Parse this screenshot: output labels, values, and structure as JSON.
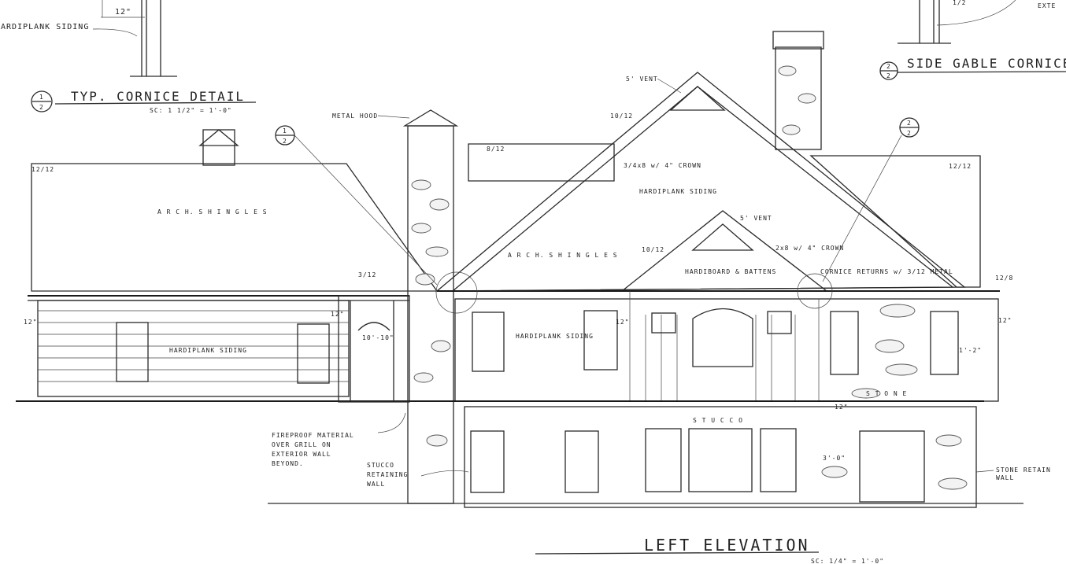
{
  "details": {
    "left": {
      "callout_num": "1",
      "callout_sheet": "2",
      "title": "TYP. CORNICE DETAIL",
      "scale": "SC: 1 1/2\" = 1'-0\"",
      "siding_note": "HARDIPLANK SIDING",
      "dim": "12\""
    },
    "right": {
      "callout_num": "2",
      "callout_sheet": "2",
      "title": "SIDE GABLE CORNICE",
      "note": "EXTE",
      "dim": "1/2"
    }
  },
  "elevation": {
    "title": "LEFT ELEVATION",
    "scale": "SC: 1/4\" = 1'-0\"",
    "callouts": [
      {
        "num": "1",
        "sheet": "2"
      },
      {
        "num": "2",
        "sheet": "2"
      }
    ],
    "notes": {
      "metal_hood": "METAL HOOD",
      "vent_top": "5' VENT",
      "crown_main": "3/4x8 w/ 4\" CROWN",
      "siding_gable": "HARDIPLANK SIDING",
      "vent_small": "5' VENT",
      "shingles_left": "A R C H.   S H I N G L E S",
      "shingles_center": "A R C H.   S H I N G L E S",
      "board_battens": "HARDIBOARD & BATTENS",
      "crown_right": "2x8 w/ 4\" CROWN",
      "cornice_returns": "CORNICE RETURNS w/ 3/12 METAL",
      "siding_left": "HARDIPLANK SIDING",
      "siding_center": "HARDIPLANK SIDING",
      "stone": "S T O N E",
      "stucco": "S T U C C O",
      "fireproof": [
        "FIREPROOF MATERIAL",
        "OVER GRILL ON",
        "EXTERIOR WALL",
        "BEYOND."
      ],
      "stucco_wall": [
        "STUCCO",
        "RETAINING",
        "WALL"
      ],
      "stone_wall": [
        "STONE RETAIN",
        "WALL"
      ]
    },
    "pitches": {
      "left_roof": "12/12",
      "upper": "8/12",
      "gable": "10/12",
      "porch": "3/12",
      "center": "10/12",
      "right_roof": "12/12",
      "right_eave": "12/8"
    },
    "dims": {
      "left_wall": "12\"",
      "porch": "12\"",
      "porch_height": "10'-10\"",
      "center": "12\"",
      "right_wall": "12\"",
      "right_inner": "1'-2\"",
      "stair": "12\"",
      "lower": "3'-0\""
    }
  }
}
